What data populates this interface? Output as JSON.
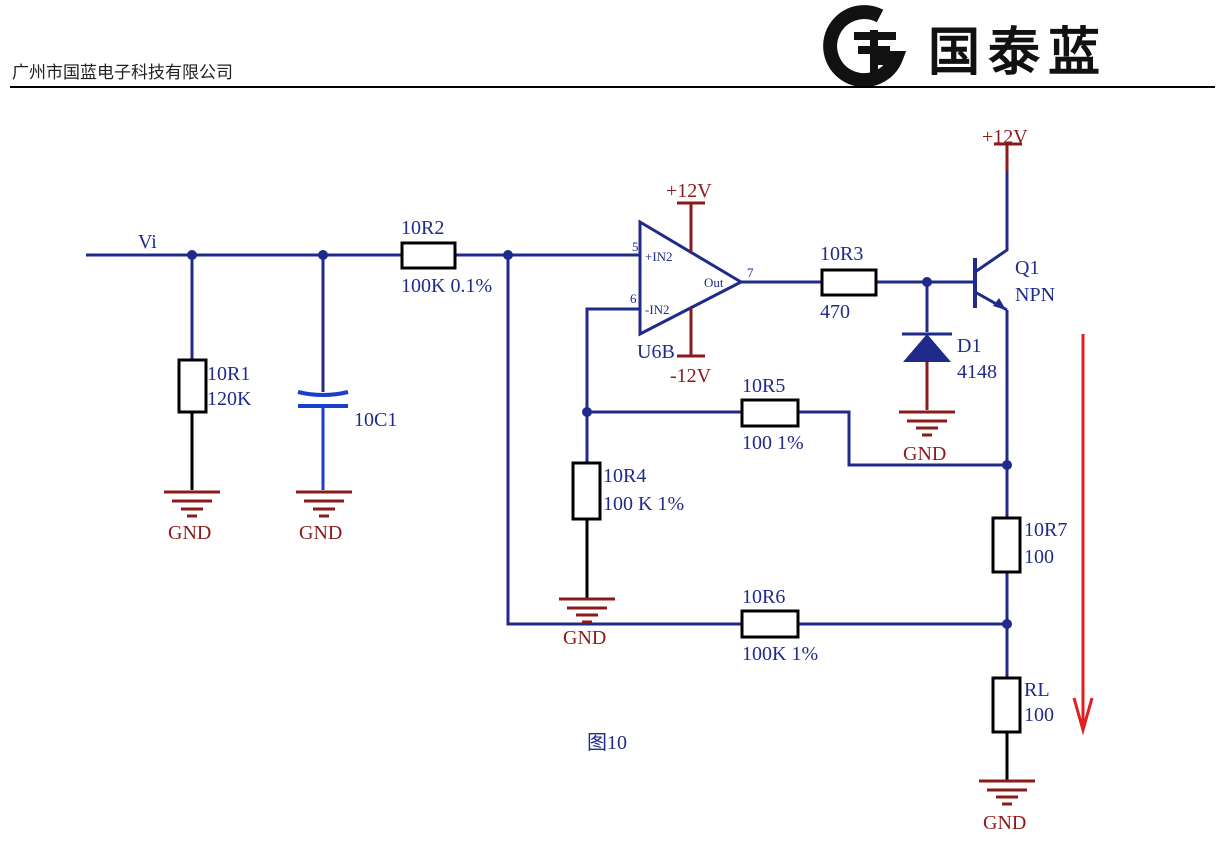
{
  "header": {
    "company": "广州市国蓝电子科技有限公司",
    "brand": "国泰蓝"
  },
  "labels": {
    "vi": "Vi",
    "r1_ref": "10R1",
    "r1_val": "120K",
    "c1_ref": "10C1",
    "r2_ref": "10R2",
    "r2_val": "100K 0.1%",
    "u6b": "U6B",
    "in_plus": "+IN2",
    "in_minus": "-IN2",
    "out": "Out",
    "pin5": "5",
    "pin6": "6",
    "pin7": "7",
    "vcc_opamp": "+12V",
    "vee_opamp": "-12V",
    "r3_ref": "10R3",
    "r3_val": "470",
    "q1_ref": "Q1",
    "q1_val": "NPN",
    "vcc_q": "+12V",
    "d1_ref": "D1",
    "d1_val": "4148",
    "r5_ref": "10R5",
    "r5_val": "100 1%",
    "r4_ref": "10R4",
    "r4_val": "100 K 1%",
    "r6_ref": "10R6",
    "r6_val": "100K 1%",
    "r7_ref": "10R7",
    "r7_val": "100",
    "rl_ref": "RL",
    "rl_val": "100",
    "gnd": "GND",
    "caption": "图10"
  },
  "colors": {
    "wire": "#1f2a8a",
    "power": "#8b1a1a",
    "arrow": "#e02020",
    "capacitor": "#1a3fd0"
  },
  "icons": [
    "logo-g-icon",
    "ground-icon",
    "arrow-down-icon"
  ]
}
